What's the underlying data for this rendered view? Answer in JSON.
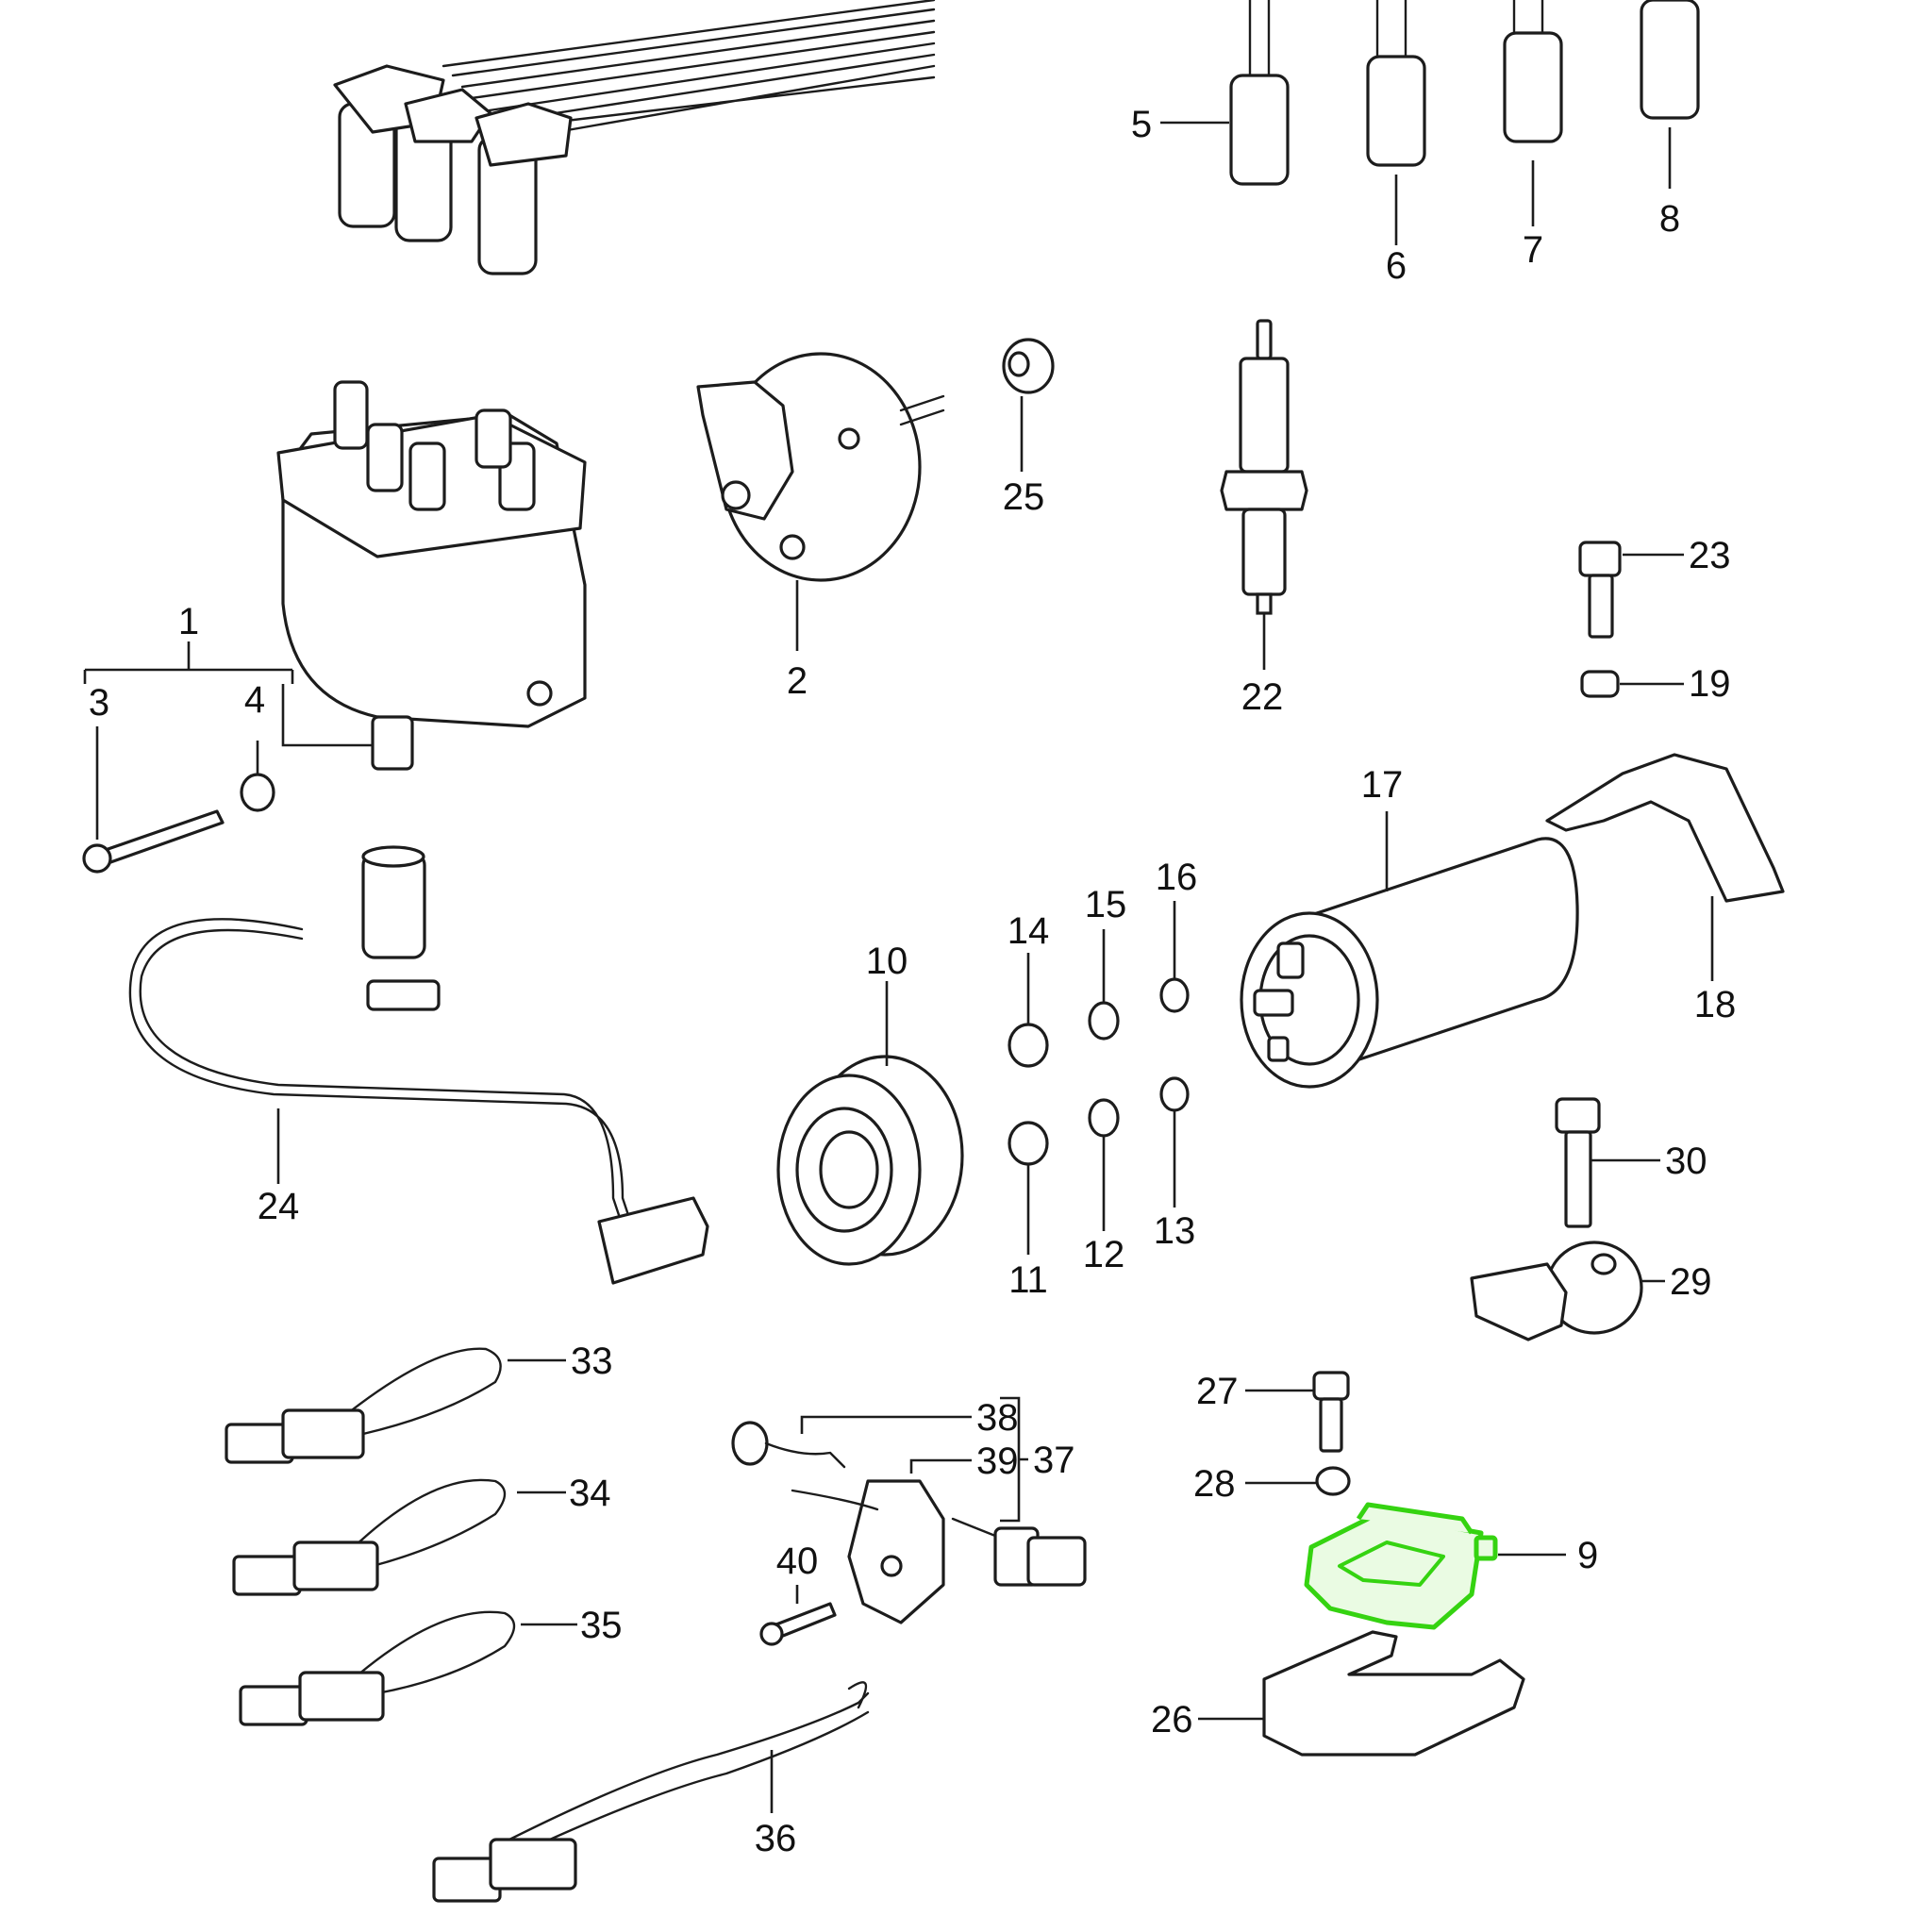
{
  "diagram": {
    "highlight_color": "#35d311",
    "highlighted_part": "9",
    "callouts": {
      "c1": "1",
      "c2": "2",
      "c3": "3",
      "c4": "4",
      "c5": "5",
      "c6": "6",
      "c7": "7",
      "c8": "8",
      "c9": "9",
      "c10": "10",
      "c11": "11",
      "c12": "12",
      "c13": "13",
      "c14": "14",
      "c15": "15",
      "c16": "16",
      "c17": "17",
      "c18": "18",
      "c19": "19",
      "c22": "22",
      "c23": "23",
      "c24": "24",
      "c25": "25",
      "c26": "26",
      "c27": "27",
      "c28": "28",
      "c29": "29",
      "c30": "30",
      "c33": "33",
      "c34": "34",
      "c35": "35",
      "c36": "36",
      "c37": "37",
      "c38": "38",
      "c39": "39",
      "c40": "40"
    }
  }
}
